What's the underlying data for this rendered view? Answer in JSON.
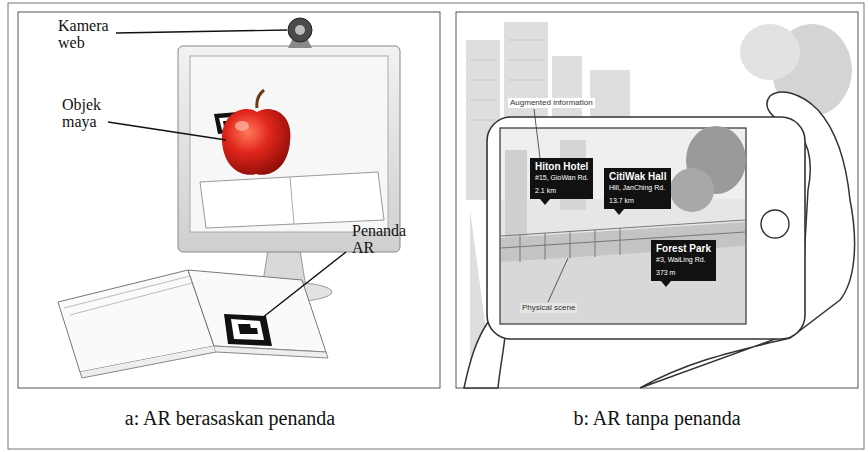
{
  "diagram": {
    "nodes": [
      {
        "text": [
          "Hiton Hotel",
          "#15, GioWan Rd.",
          "2.1 km"
        ]
      },
      {
        "text": [
          "CitiWak Hall",
          "Hill, JanChing Rd.",
          "13.7 km"
        ]
      },
      {
        "text": [
          "Forest Park",
          "#3, WaiLing Rd.",
          "373 m"
        ]
      }
    ],
    "labels": [
      "Kamera web",
      "Objek maya",
      "Penanda AR",
      "Augmented information",
      "Physical scene",
      "a: AR berasaskan penanda",
      "b: AR tanpa penanda"
    ]
  }
}
